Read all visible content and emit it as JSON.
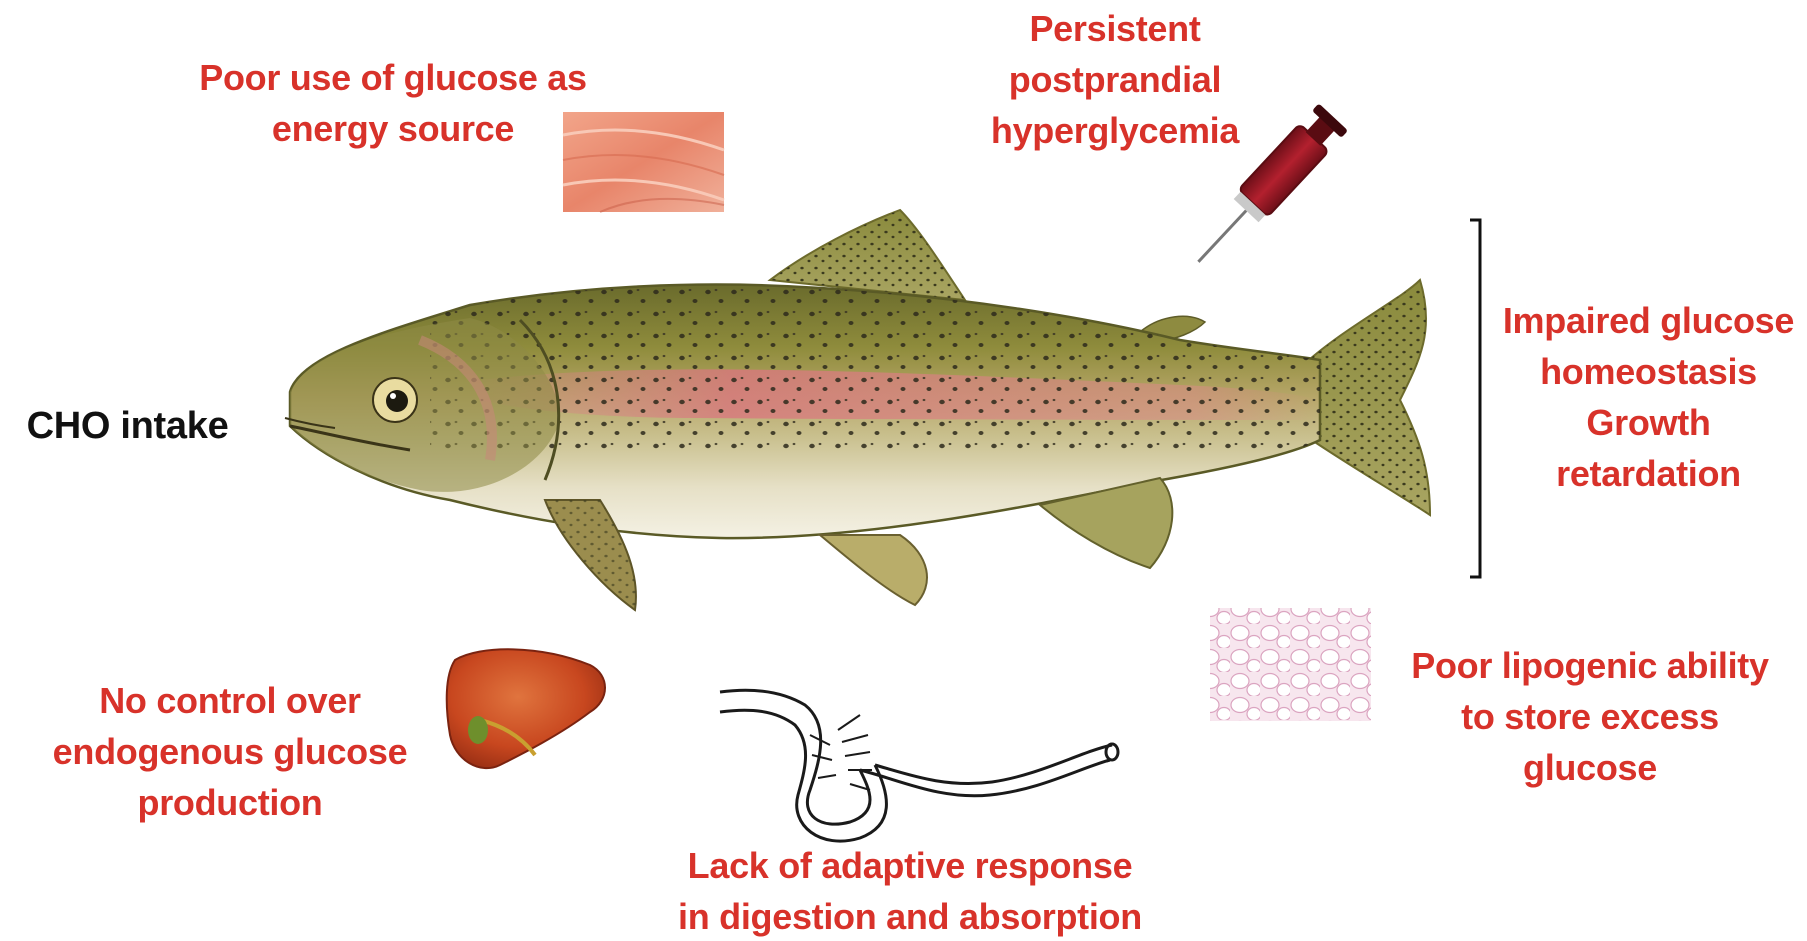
{
  "intake_label": "CHO intake",
  "effects": {
    "poor_glucose_use": [
      "Poor use of glucose as",
      "energy source"
    ],
    "hyperglycemia": [
      "Persistent",
      "postprandial",
      "hyperglycemia"
    ],
    "impaired_homeostasis": [
      "Impaired glucose",
      "homeostasis",
      "Growth",
      "retardation"
    ],
    "lipogenic": [
      "Poor lipogenic ability",
      "to store excess",
      "glucose"
    ],
    "endogenous": [
      "No control over",
      "endogenous glucose",
      "production"
    ],
    "digestion": [
      "Lack of adaptive response",
      "in digestion and absorption"
    ]
  },
  "colors": {
    "effect_text": "#d8322a",
    "intake_text": "#111111"
  },
  "icons": [
    "muscle-tissue-icon",
    "blood-syringe-icon",
    "adipose-tissue-icon",
    "liver-icon",
    "intestine-icon",
    "trout-illustration"
  ]
}
